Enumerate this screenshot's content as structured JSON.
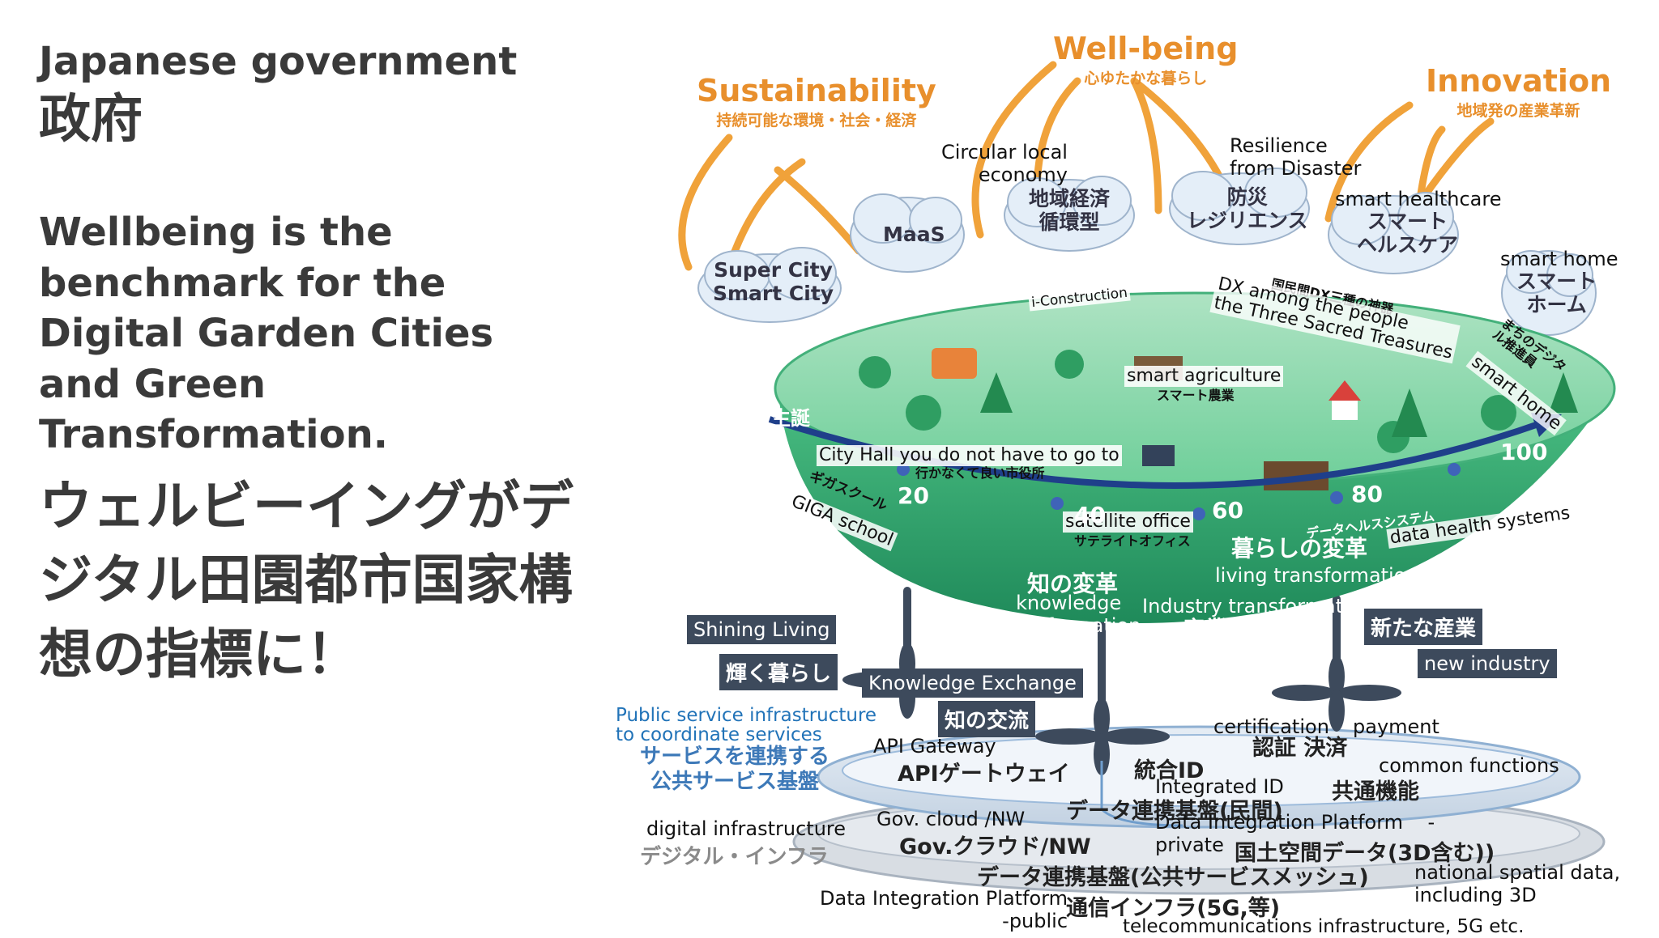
{
  "left": {
    "title": "Japanese government",
    "title_jp": "政府",
    "description": "Wellbeing is the benchmark for the Digital Garden Cities and Green Transformation.",
    "description_jp": "ウェルビーイングがデジタル田園都市国家構想の指標に！"
  },
  "goals": {
    "sustainability": {
      "en": "Sustainability",
      "jp": "持続可能な環境・社会・経済"
    },
    "wellbeing": {
      "en": "Well-being",
      "jp": "心ゆたかな暮らし"
    },
    "innovation": {
      "en": "Innovation",
      "jp": "地域発の産業革新"
    }
  },
  "clouds": {
    "super_city": "Super City\nSmart City",
    "maas": "MaaS",
    "local_economy": "地域経済\n循環型",
    "resilience": "防災\nレジリエンス",
    "healthcare": "スマート\nヘルスケア",
    "smart_home": "スマート\nホーム"
  },
  "labels": {
    "circular": "Circular local\neconomy",
    "resilience_en": "Resilience\nfrom Disaster",
    "smart_healthcare": "smart healthcare",
    "smart_home_en": "smart home",
    "i_construction": "i-Construction",
    "treasures_jp": "国民間DX三種の神器",
    "treasures_en": "DX among the people\nthe Three Sacred Treasures",
    "smart_agri": "smart agriculture",
    "smart_agri_jp": "スマート農業",
    "machi_jp": "まちのデジタ\nル推進員",
    "smart_home_rot": "smart home",
    "seitan": "生誕",
    "city_hall": "City Hall  you do not have to go to",
    "city_hall_jp": "行かなくて良い市役所",
    "giga_jp": "ギガスクール",
    "giga_en": "GIGA  school",
    "satellite": "satellite office",
    "satellite_jp": "サテライトオフィス",
    "health_jp": "データヘルスシステム",
    "health_en": "data health systems",
    "kurashi_jp": "暮らしの変革",
    "living": "living transformation",
    "chi_jp": "知の変革",
    "knowledge": "knowledge\ntransformation",
    "industry": "Industry transformation",
    "sangyo_jp": "産業の変革"
  },
  "ages": [
    "20",
    "40",
    "60",
    "80",
    "100"
  ],
  "boxes": {
    "shining": "Shining Living",
    "shining_jp": "輝く暮らし",
    "knowledge_ex": "Knowledge Exchange",
    "knowledge_ex_jp": "知の交流",
    "new_ind_jp": "新たな産業",
    "new_ind": "new industry"
  },
  "platform": {
    "public_en": "Public service infrastructure\nto coordinate services",
    "public_jp": "サービスを連携する\n公共サービス基盤",
    "api_en": "API  Gateway",
    "api_jp": "APIゲートウェイ",
    "id_jp": "統合ID",
    "id_en": "Integrated ID",
    "cert": "certification",
    "pay": "payment",
    "cert_jp": "認証  決済",
    "common_en": "common functions",
    "common_jp": "共通機能",
    "dip_private_jp": "データ連携基盤(民間)",
    "digital_en": "digital infrastructure",
    "digital_jp": "デジタル・インフラ",
    "gov_en": "Gov.  cloud /NW",
    "gov_jp": "Gov.クラウド/NW",
    "dip_private_en": "Data Integration Platform    -\nprivate",
    "spatial_jp": "国土空間データ(3D含む))",
    "dip_public_jp": "データ連携基盤(公共サービスメッシュ)",
    "spatial_en": "national spatial data,\nincluding 3D",
    "dip_public_en": "Data Integration Platform\n-public",
    "telecom_jp": "通信インフラ(5G,等)",
    "telecom_en": "telecommunications infrastructure, 5G etc."
  }
}
